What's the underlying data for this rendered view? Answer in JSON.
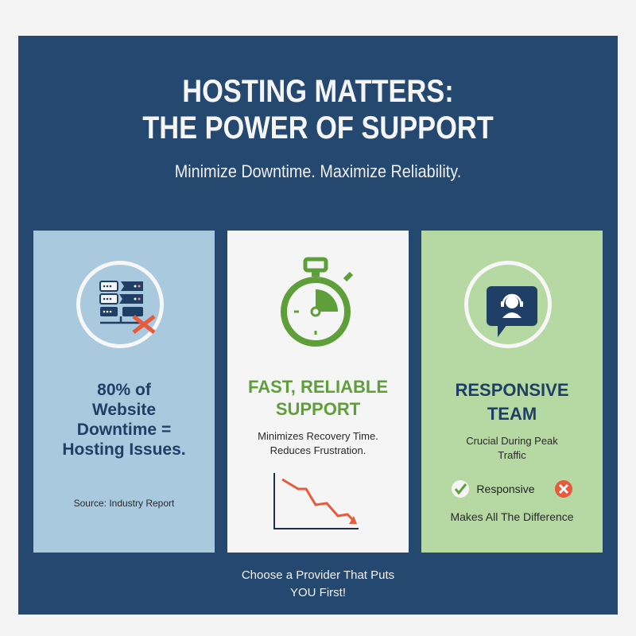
{
  "header": {
    "title_line1": "HOSTING MATTERS:",
    "title_line2": "THE POWER OF SUPPORT",
    "subtitle": "Minimize Downtime. Maximize Reliability."
  },
  "cards": [
    {
      "icon": "broken-server-icon",
      "title_lines": [
        "80% of",
        "Website",
        "Downtime =",
        "Hosting Issues."
      ],
      "source": "Source: Industry Report",
      "bg": "#a9c9de"
    },
    {
      "icon": "stopwatch-icon",
      "title_lines": [
        "FAST, RELIABLE",
        "SUPPORT"
      ],
      "text_lines": [
        "Minimizes Recovery Time.",
        "Reduces Frustration."
      ],
      "chart_icon": "declining-line-chart-icon",
      "bg": "#f5f5f5"
    },
    {
      "icon": "support-agent-chat-icon",
      "title_lines": [
        "RESPONSIVE",
        "TEAM"
      ],
      "text_lines": [
        "Crucial During Peak",
        "Traffic"
      ],
      "check_label": "Responsive",
      "tagline": "Makes All The Difference",
      "bg": "#b6d8a2"
    }
  ],
  "footer": {
    "line1": "Choose a Provider That Puts",
    "line2": "YOU First!"
  },
  "colors": {
    "panel": "#24486f",
    "navy_text": "#1f3f66",
    "green": "#5f9f3a",
    "red": "#e85a3c"
  }
}
